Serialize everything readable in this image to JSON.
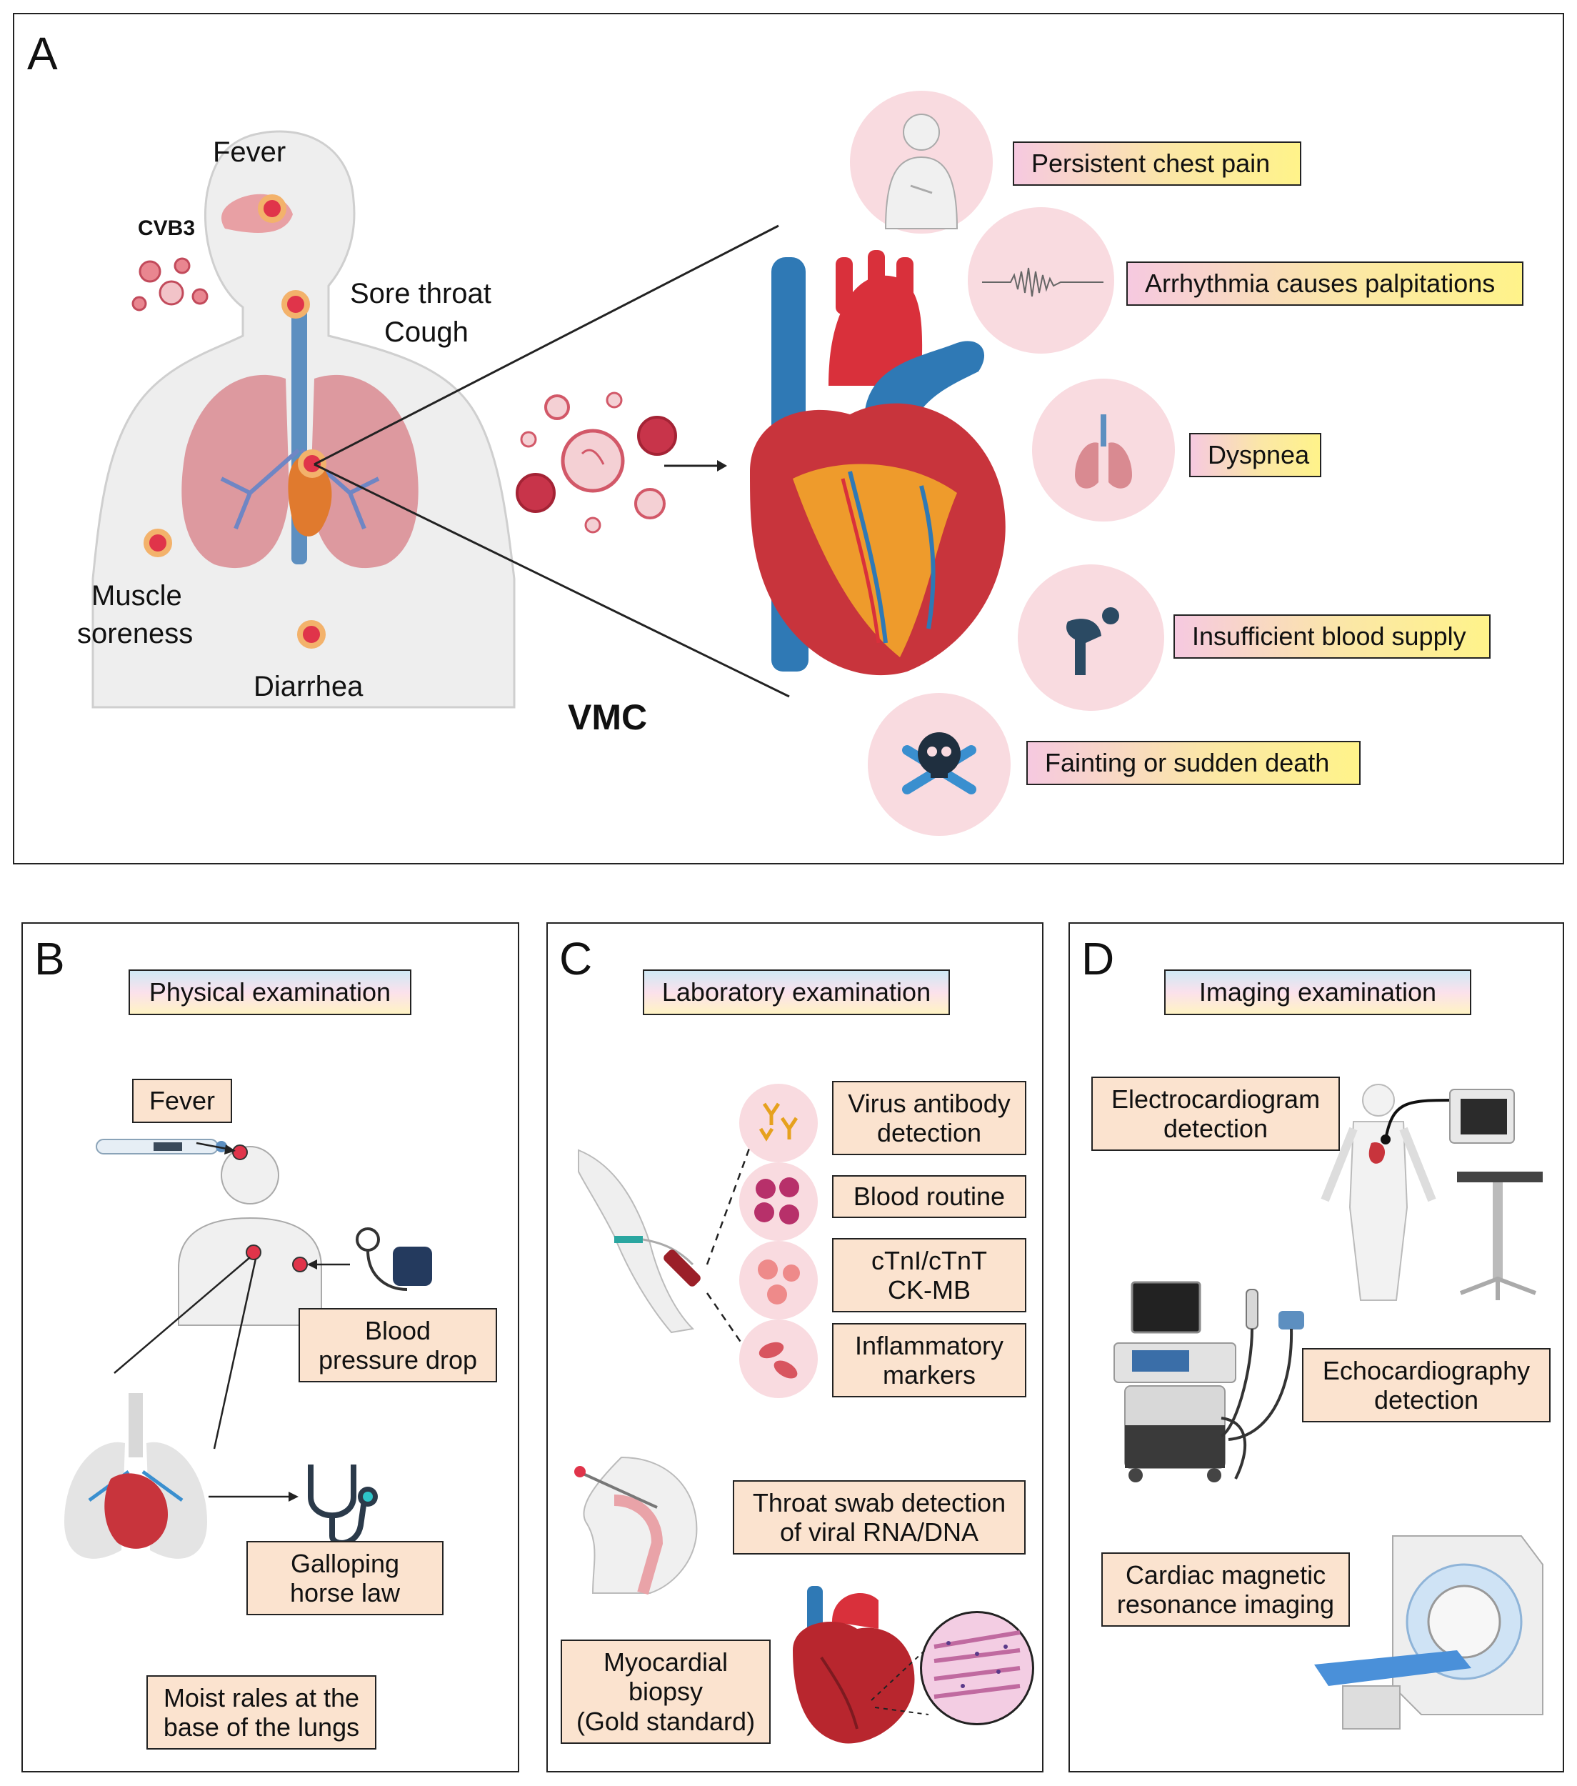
{
  "panel_a": {
    "label": "A",
    "body_labels": {
      "fever": "Fever",
      "cvb3": "CVB3",
      "sore_throat": "Sore throat",
      "cough": "Cough",
      "muscle": "Muscle",
      "soreness": "soreness",
      "diarrhea": "Diarrhea"
    },
    "vmc": "VMC",
    "symptoms": [
      "Persistent chest pain",
      "Arrhythmia causes palpitations",
      "Dyspnea",
      "Insufficient blood supply",
      "Fainting or sudden death"
    ]
  },
  "panel_b": {
    "label": "B",
    "header": "Physical examination",
    "fever": "Fever",
    "bp_line1": "Blood",
    "bp_line2": "pressure drop",
    "gallop_line1": "Galloping",
    "gallop_line2": "horse law",
    "rales_line1": "Moist rales at the",
    "rales_line2": "base of the lungs"
  },
  "panel_c": {
    "label": "C",
    "header": "Laboratory examination",
    "virus_line1": "Virus antibody",
    "virus_line2": "detection",
    "blood_routine": "Blood routine",
    "ctni_line1": "cTnI/cTnT",
    "ctni_line2": "CK-MB",
    "inflam_line1": "Inflammatory",
    "inflam_line2": "markers",
    "swab_line1": "Throat swab detection",
    "swab_line2": "of viral RNA/DNA",
    "biopsy_line1": "Myocardial",
    "biopsy_line2": "biopsy",
    "biopsy_line3": "(Gold standard)"
  },
  "panel_d": {
    "label": "D",
    "header": "Imaging examination",
    "ecg_line1": "Electrocardiogram",
    "ecg_line2": "detection",
    "echo_line1": "Echocardiography",
    "echo_line2": "detection",
    "mri_line1": "Cardiac magnetic",
    "mri_line2": "resonance imaging"
  },
  "colors": {
    "infection_dot": "#e0344a",
    "artery_red": "#d9303b",
    "vein_blue": "#2f79b5",
    "fat_orange": "#f2a62a",
    "symptom_circle": "#f9dbe0",
    "peach_box": "#fbe3cf"
  }
}
